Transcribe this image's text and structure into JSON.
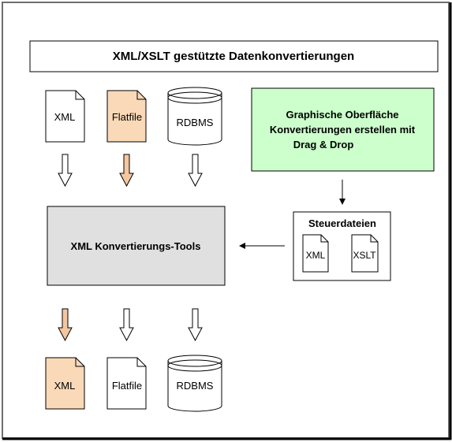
{
  "title": "XML/XSLT gestützte Datenkonvertierungen",
  "inputs": [
    "XML",
    "Flatfile",
    "RDBMS"
  ],
  "gui_box": {
    "line1": "Graphische Oberfläche",
    "line2": "Konvertierungen erstellen mit",
    "line3": "Drag & Drop"
  },
  "tools_label": "XML Konvertierungs-Tools",
  "control": {
    "title": "Steuerdateien",
    "files": [
      "XML",
      "XSLT"
    ]
  },
  "outputs": [
    "XML",
    "Flatfile",
    "RDBMS"
  ],
  "colors": {
    "highlight_doc": "#fad9b8",
    "gui_fill": "#ccffcc",
    "tools_fill": "#e0e0e0",
    "orange_arrow": "#f4c7a1",
    "frame": "#7a7a7a"
  }
}
